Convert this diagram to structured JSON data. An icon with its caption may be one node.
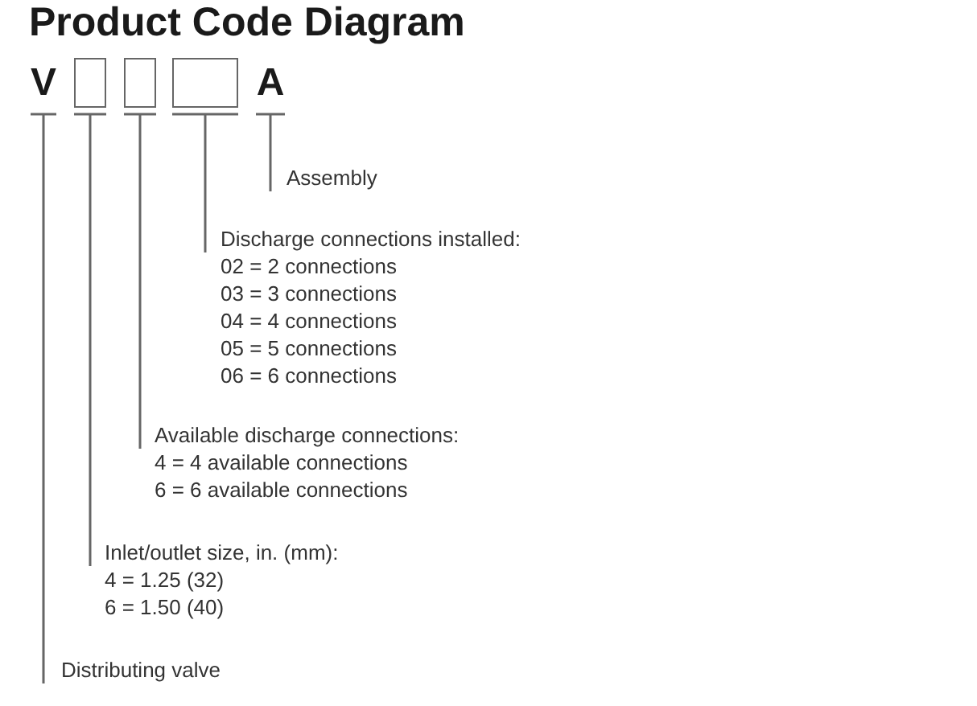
{
  "diagram": {
    "title": "Product Code Diagram",
    "nodes": [
      {
        "text": [
          "V"
        ]
      },
      {
        "text": [],
        "shape": "box"
      },
      {
        "text": [],
        "shape": "box"
      },
      {
        "text": [],
        "shape": "box"
      },
      {
        "text": [
          "A"
        ]
      },
      {
        "text": [
          "Assembly"
        ]
      },
      {
        "text": [
          "Discharge connections installed:",
          "02 = 2 connections",
          "03 = 3 connections",
          "04 = 4 connections",
          "05 = 5 connections",
          "06 = 6 connections"
        ]
      },
      {
        "text": [
          "Available discharge connections:",
          "4 = 4 available connections",
          "6 = 6 available connections"
        ]
      },
      {
        "text": [
          "Inlet/outlet size, in. (mm):",
          "4 = 1.25 (32)",
          "6 = 1.50 (40)"
        ]
      },
      {
        "text": [
          "Distributing valve"
        ]
      }
    ],
    "edges": [
      {
        "from": 5,
        "to": 4,
        "arrow": "none"
      },
      {
        "from": 6,
        "to": 3,
        "arrow": "none"
      },
      {
        "from": 7,
        "to": 2,
        "arrow": "none"
      },
      {
        "from": 8,
        "to": 1,
        "arrow": "none"
      },
      {
        "from": 9,
        "to": 0,
        "arrow": "none"
      }
    ]
  }
}
